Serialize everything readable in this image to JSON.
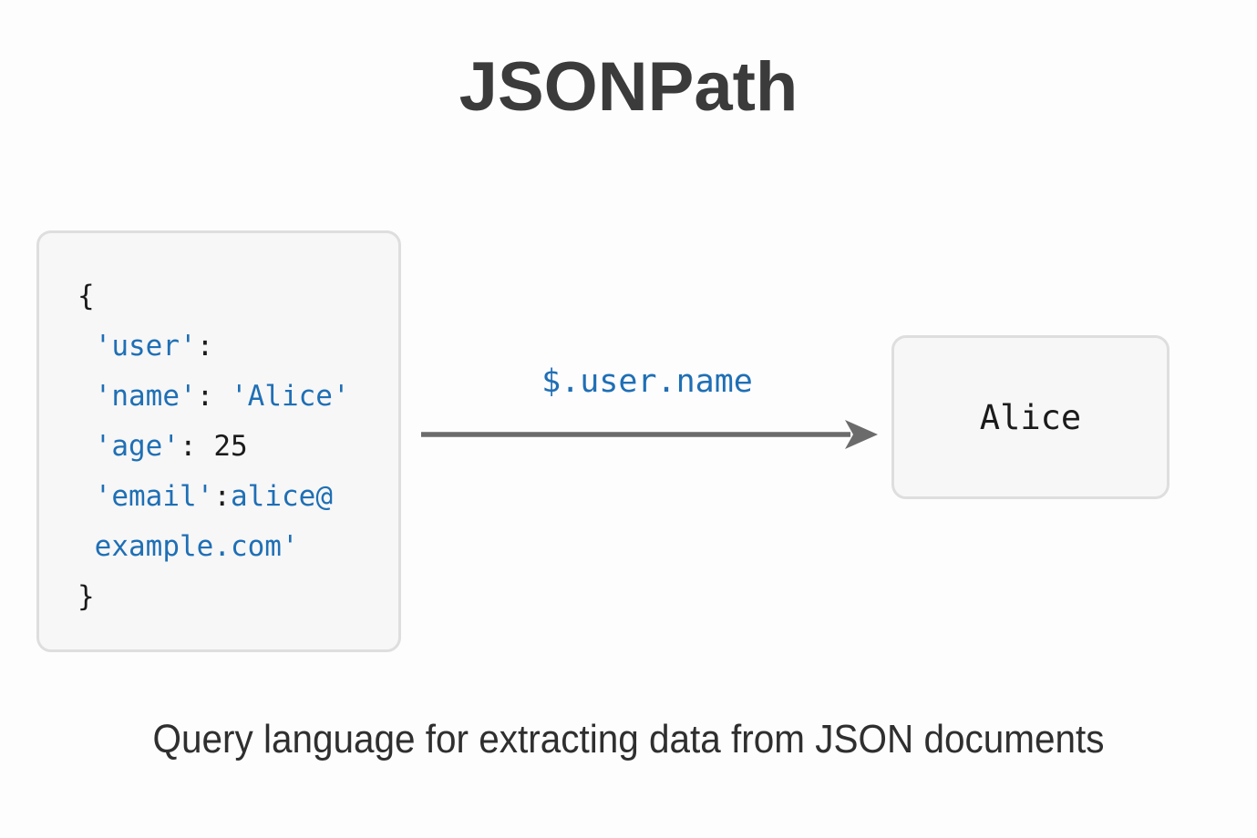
{
  "page": {
    "title": "JSONPath",
    "background_color": "#fdfdfd",
    "caption": "Query language for extracting data from JSON documents"
  },
  "colors": {
    "title": "#3b3b3b",
    "accent_blue": "#1f6fb5",
    "punctuation": "#1b1b1b",
    "arrow": "#6b6b6b",
    "box_border": "#dedede",
    "box_fill": "#f7f7f7",
    "caption": "#2f2f2f"
  },
  "code_box": {
    "name": "json-source",
    "lines": [
      {
        "indent": 0,
        "segments": [
          {
            "text": "{",
            "type": "punc"
          }
        ]
      },
      {
        "indent": 1,
        "segments": [
          {
            "text": "'user'",
            "type": "key"
          },
          {
            "text": ":",
            "type": "colon"
          }
        ]
      },
      {
        "indent": 1,
        "segments": [
          {
            "text": "'name'",
            "type": "key"
          },
          {
            "text": ":",
            "type": "colon"
          },
          {
            "text": " 'Alice'",
            "type": "str"
          }
        ]
      },
      {
        "indent": 1,
        "segments": [
          {
            "text": "'age'",
            "type": "key"
          },
          {
            "text": ":",
            "type": "colon"
          },
          {
            "text": " 25",
            "type": "num"
          }
        ]
      },
      {
        "indent": 1,
        "segments": [
          {
            "text": "'email'",
            "type": "key"
          },
          {
            "text": ":",
            "type": "colon"
          },
          {
            "text": "alice@",
            "type": "str"
          }
        ]
      },
      {
        "indent": 1,
        "segments": [
          {
            "text": "example.com'",
            "type": "str"
          }
        ]
      },
      {
        "indent": 0,
        "segments": [
          {
            "text": "}",
            "type": "punc"
          }
        ]
      }
    ],
    "plain_text": "{\n 'user':\n 'name': 'Alice'\n 'age': 25\n 'email':alice@\n example.com'\n}"
  },
  "arrow": {
    "label": "$.user.name",
    "direction": "right",
    "color": "#6b6b6b"
  },
  "result_box": {
    "name": "query-result",
    "value": "Alice"
  }
}
